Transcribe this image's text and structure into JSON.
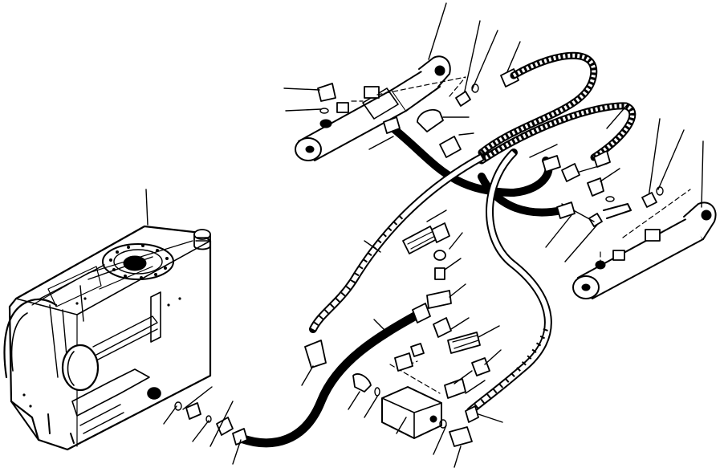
{
  "diagram": {
    "type": "exploded-parts-illustration",
    "components": [
      {
        "id": "hydraulic-tank",
        "icon": "tank-icon"
      },
      {
        "id": "cylinder-upper",
        "icon": "hydraulic-cylinder-icon"
      },
      {
        "id": "cylinder-right",
        "icon": "hydraulic-cylinder-icon"
      },
      {
        "id": "valve-block",
        "icon": "valve-block-icon"
      },
      {
        "id": "hose-black-main",
        "icon": "hose-icon"
      },
      {
        "id": "hose-braided-left",
        "icon": "hose-icon"
      },
      {
        "id": "hose-braided-right",
        "icon": "hose-icon"
      },
      {
        "id": "hose-upper-loop",
        "icon": "hose-icon"
      },
      {
        "id": "hose-cross-black",
        "icon": "hose-icon"
      }
    ],
    "colors": {
      "ink": "#000000",
      "paper": "#ffffff"
    }
  }
}
